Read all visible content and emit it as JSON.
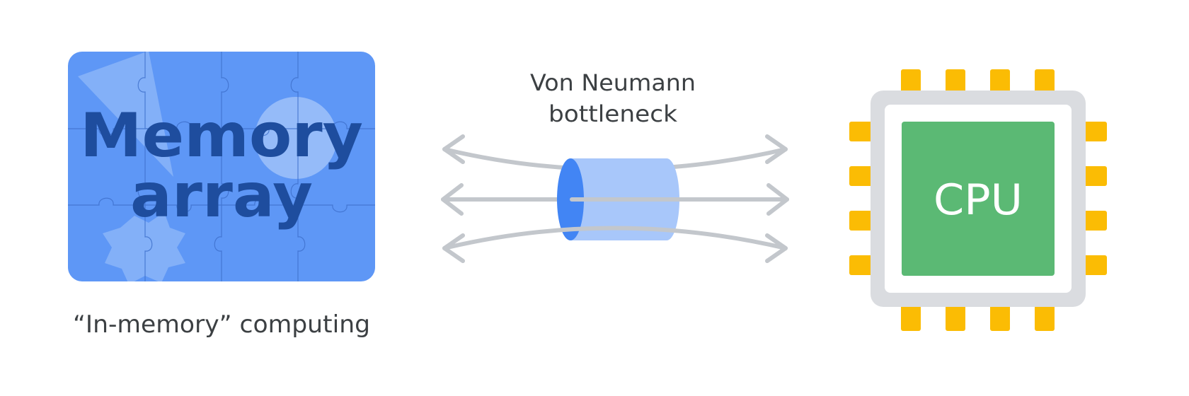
{
  "memory": {
    "line1": "Memory",
    "line2": "array",
    "caption": "“In-memory” computing"
  },
  "bottleneck": {
    "line1": "Von Neumann",
    "line2": "bottleneck"
  },
  "cpu": {
    "label": "CPU"
  },
  "colors": {
    "memory_bg": "#5e97f6",
    "memory_text": "#1e4d9e",
    "arrow": "#c3c7cc",
    "pipe": "#a8c7fa",
    "pipe_end": "#4285f4",
    "cpu_frame": "#dadce0",
    "cpu_core": "#5bb974",
    "cpu_pin": "#fbbc04",
    "label_text": "#3c4043"
  }
}
